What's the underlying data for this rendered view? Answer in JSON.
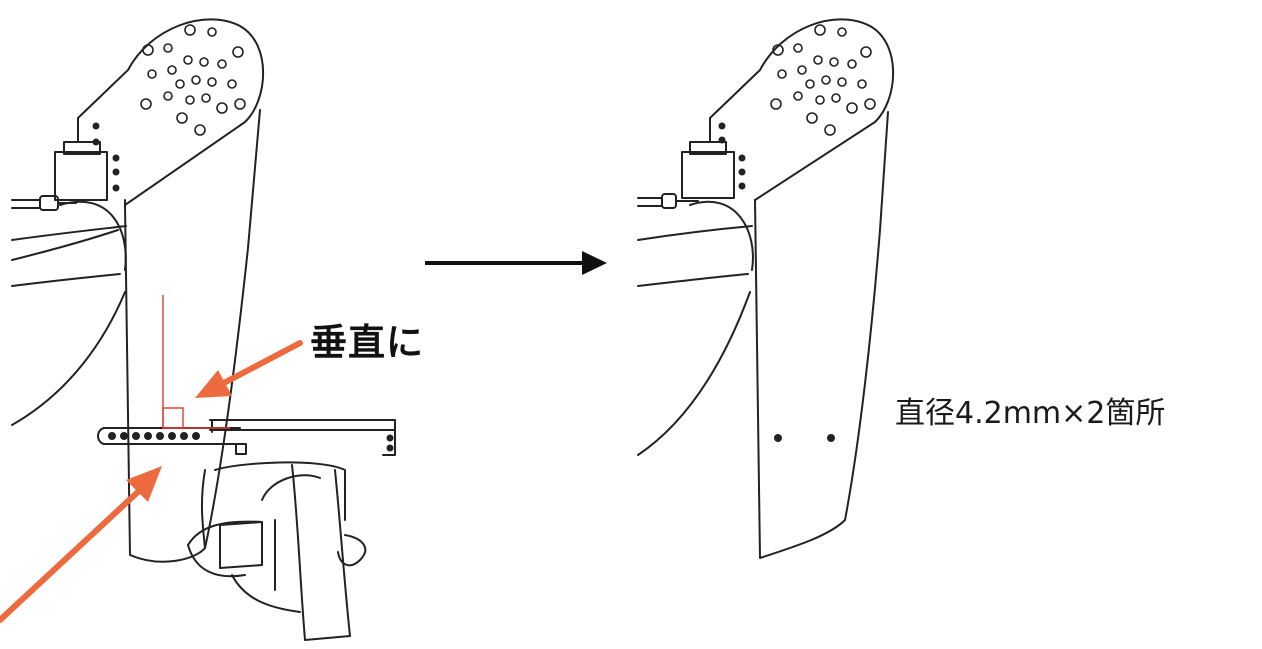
{
  "labels": {
    "vertical": "垂直に",
    "holes_note": "直径4.2mm×2箇所"
  },
  "colors": {
    "line": "#222222",
    "accent": "#ec6a3d",
    "guide": "#e23b2e",
    "text": "#111111"
  },
  "figures": {
    "left": "rudder-with-mount-plate",
    "right": "rudder-after-drilling"
  }
}
